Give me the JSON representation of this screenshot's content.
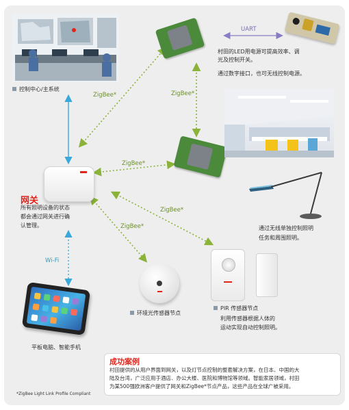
{
  "control_center": {
    "label": "控制中心/主系统"
  },
  "led_driver": {
    "desc_line1": "村田的LED用电源可提高效率、调",
    "desc_line2": "光及控制开关。",
    "desc_line3": "通过数字接口，也可无线控制电源。"
  },
  "uart_label": "UART",
  "zigbee_labels": [
    "ZigBee*",
    "ZigBee*",
    "ZigBee*",
    "ZigBee*",
    "ZigBee*"
  ],
  "gateway": {
    "title": "网关",
    "desc_line1": "所有照明设备的状态",
    "desc_line2": "都会通过网关进行确",
    "desc_line3": "认管理。"
  },
  "wifi_label": "Wi-Fi",
  "tablet": {
    "label": "平板电脑、智能手机"
  },
  "lamp": {
    "desc_line1": "通过无线单独控制照明",
    "desc_line2": "任务和周围照明。"
  },
  "ambient_sensor": {
    "label": "环境光传感器节点"
  },
  "pir_sensor": {
    "label": "PIR 传感器节点",
    "desc_line1": "利用传感器根据人体的",
    "desc_line2": "运动实现自动控制照明。"
  },
  "success_case": {
    "title": "成功案例",
    "line1": "村田提供的从用户界面到网关，以及灯节点控制的整套解决方案，在日本、中国的大",
    "line2": "陆及台湾，广泛应用于酒店、办公大楼、医院和博物馆等领域。智能家居领域，村田",
    "line3": "为某500强欧洲客户提供了网关和ZigBee*节点产品，这些产品在全球广被采用。"
  },
  "footnote": "*ZigBee Light Link Profile Compliant",
  "colors": {
    "zigbee": "#8bb33a",
    "wifi": "#3aa8d8",
    "uart": "#8a7cc4",
    "accent_red": "#e2231a",
    "panel": "#eeeeee"
  }
}
